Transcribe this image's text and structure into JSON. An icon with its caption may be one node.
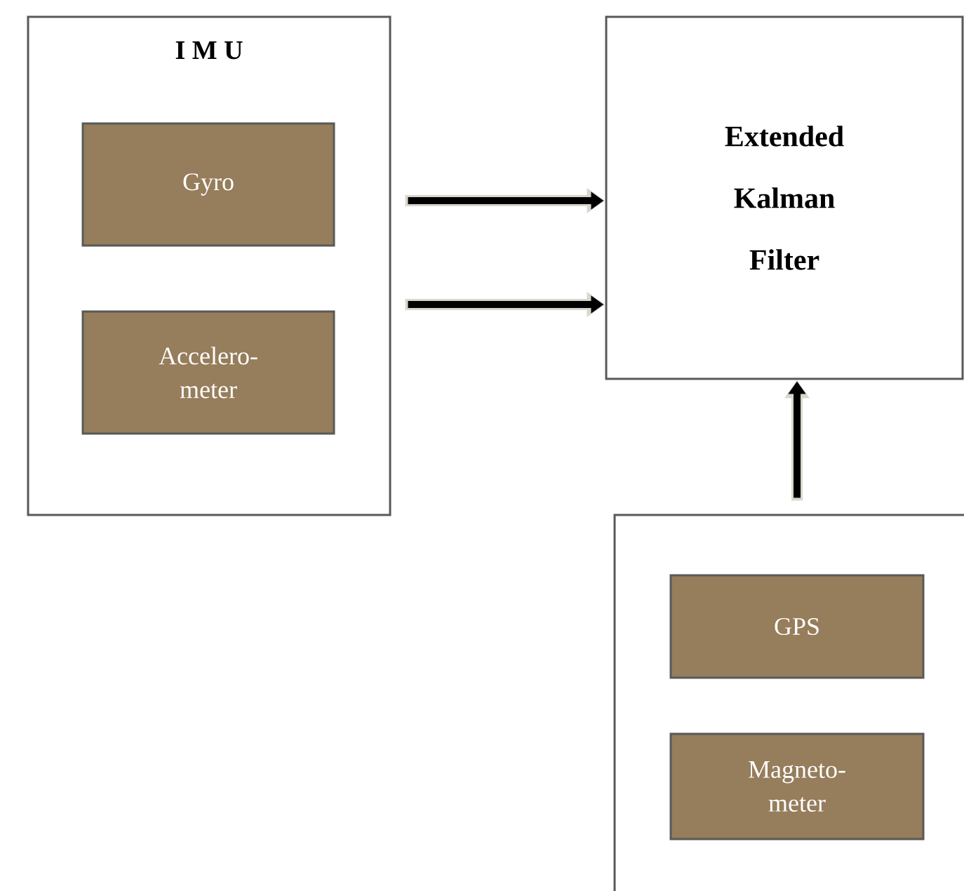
{
  "diagram": {
    "nodes": [
      {
        "text": [
          "I M U"
        ]
      },
      {
        "text": [
          "Gyro"
        ],
        "in": 0
      },
      {
        "text": [
          "Accelero- meter"
        ],
        "in": 0
      },
      {
        "text": [
          "Extended Kalman Filter"
        ]
      },
      {
        "text": [],
        "shape": "box"
      },
      {
        "text": [
          "GPS"
        ],
        "in": 4
      },
      {
        "text": [
          "Magneto- meter"
        ],
        "in": 4
      }
    ],
    "edges": [
      {
        "from": 0,
        "to": 3,
        "arrow": "to"
      },
      {
        "from": 0,
        "to": 3,
        "arrow": "to"
      },
      {
        "from": 4,
        "to": 3,
        "arrow": "to"
      }
    ]
  }
}
